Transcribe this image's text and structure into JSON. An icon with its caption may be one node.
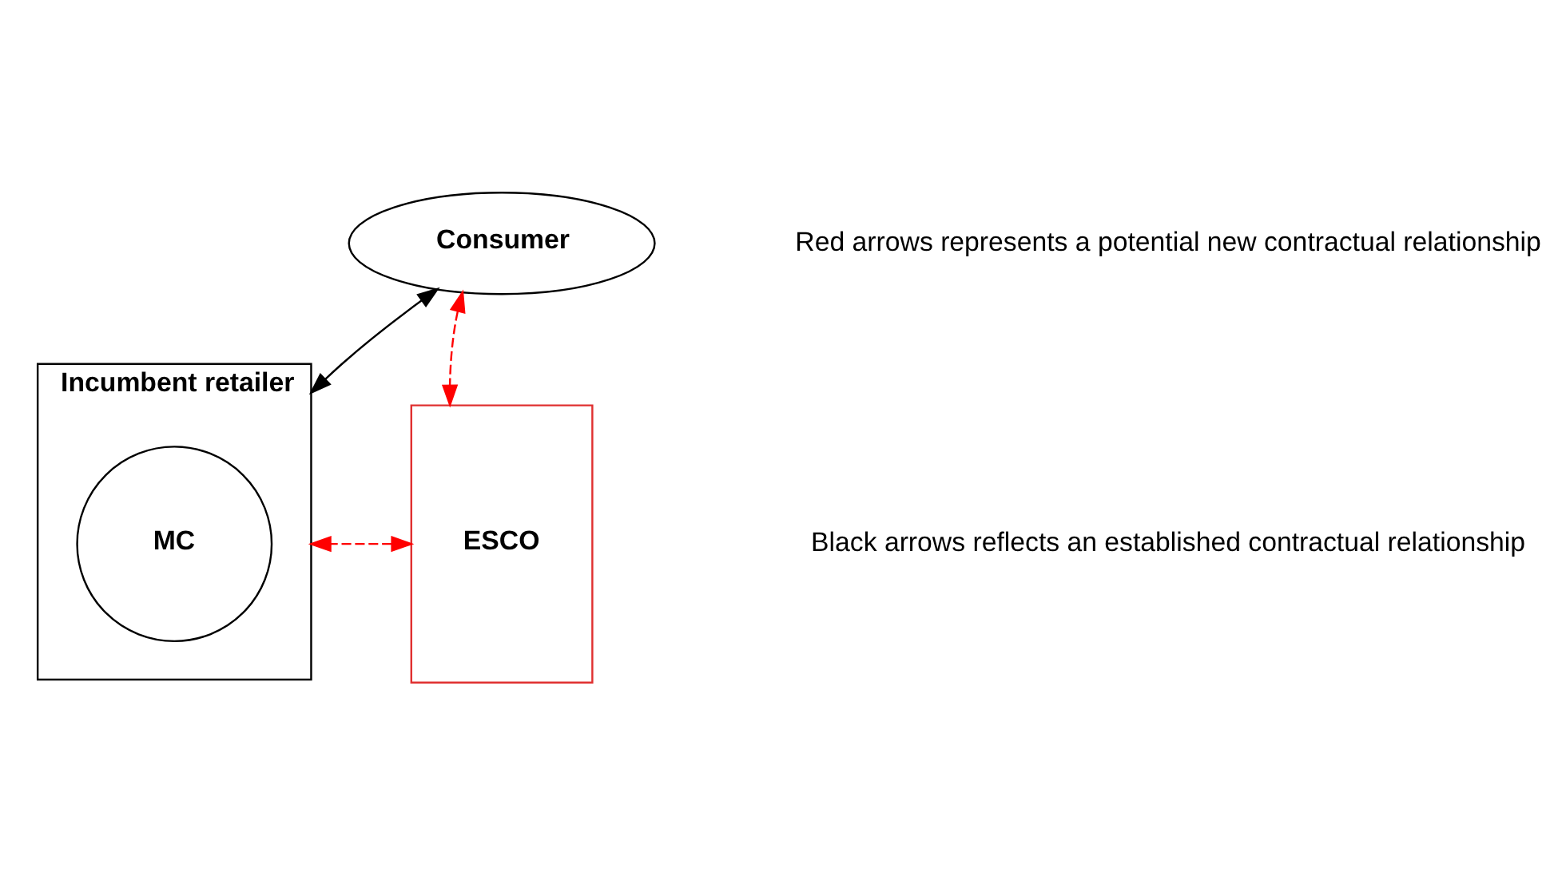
{
  "diagram": {
    "nodes": [
      {
        "text": [
          "Consumer"
        ]
      },
      {
        "text": [
          "Incumbent retailer"
        ]
      },
      {
        "text": [
          "MC"
        ],
        "in": 1
      },
      {
        "text": [
          "ESCO"
        ]
      }
    ],
    "edges": [
      {
        "from": 0,
        "to": 1,
        "arrow": "both",
        "color": "#000000"
      },
      {
        "from": 0,
        "to": 3,
        "arrow": "both",
        "style": "dashed"
      },
      {
        "from": 3,
        "to": 1,
        "arrow": "both",
        "style": "dashed"
      }
    ],
    "labels": [
      "Red arrows represents a potential new contractual relationship",
      "Black arrows reflects an established contractual relationship"
    ]
  }
}
